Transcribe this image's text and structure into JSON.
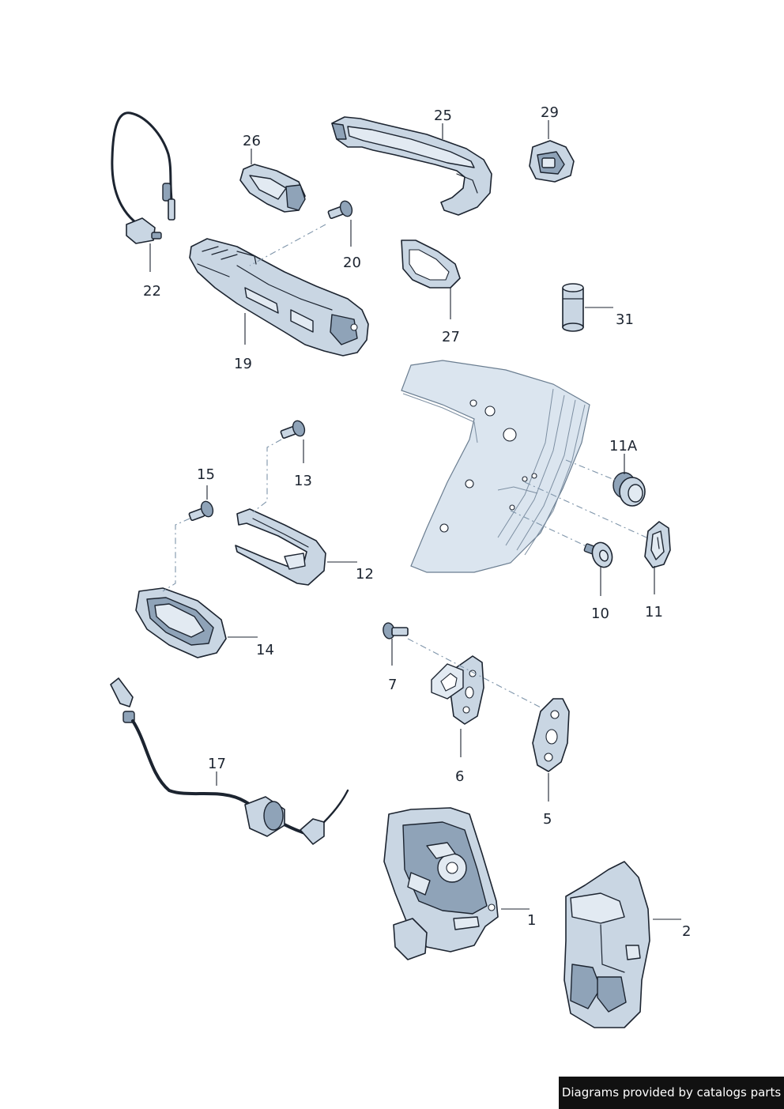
{
  "callouts": {
    "p1": "1",
    "p2": "2",
    "p5": "5",
    "p6": "6",
    "p7": "7",
    "p10": "10",
    "p11": "11",
    "p11a": "11A",
    "p12": "12",
    "p13": "13",
    "p14": "14",
    "p15": "15",
    "p17": "17",
    "p19": "19",
    "p20": "20",
    "p22": "22",
    "p25": "25",
    "p26": "26",
    "p27": "27",
    "p29": "29",
    "p31": "31"
  },
  "credit": "Diagrams provided by catalogs parts",
  "colors": {
    "part_fill": "#c9d6e3",
    "outline": "#1c2430",
    "panel_fill": "#dbe5ef",
    "leader_dash": "#7f95aa",
    "credit_bg": "#111111"
  }
}
